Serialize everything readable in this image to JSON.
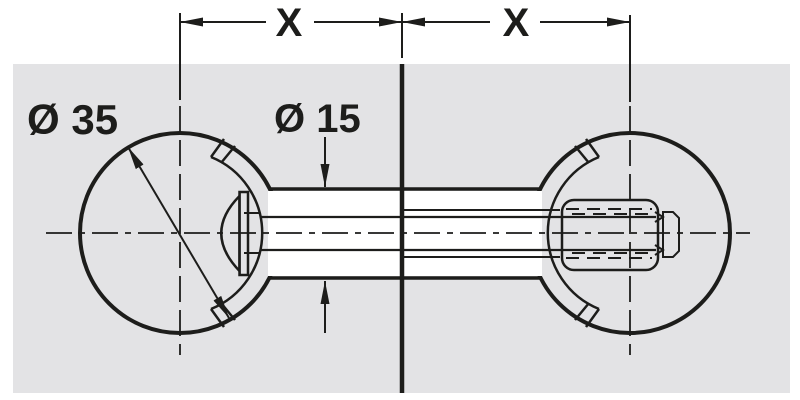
{
  "labels": {
    "dim_left": "X",
    "dim_right": "X",
    "cup_diameter": "Ø 35",
    "bolt_diameter": "Ø 15"
  },
  "colors": {
    "line": "#1d1d1b",
    "panel": "#e3e3e5",
    "background": "#ffffff"
  }
}
